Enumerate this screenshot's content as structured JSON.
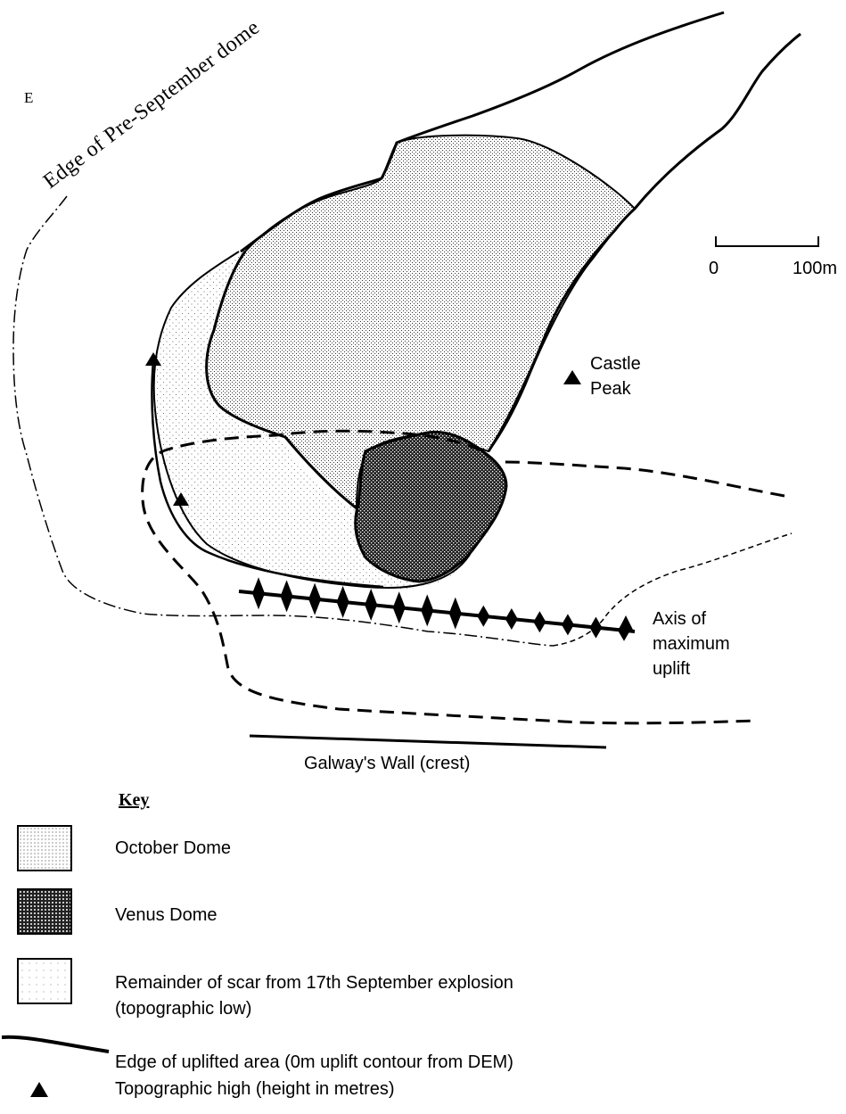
{
  "map": {
    "corner_mark": "E",
    "edge_label": "Edge of Pre-September dome",
    "scale": {
      "min_label": "0",
      "max_label": "100m"
    },
    "castle_peak_label": [
      "Castle",
      "Peak"
    ],
    "axis_label": [
      "Axis of",
      "maximum",
      "uplift"
    ],
    "galways_wall_label": "Galway's Wall (crest)"
  },
  "key": {
    "title": "Key",
    "items": [
      {
        "name": "october-dome",
        "label": "October Dome"
      },
      {
        "name": "venus-dome",
        "label": "Venus Dome"
      },
      {
        "name": "scar",
        "label_lines": [
          "Remainder of scar from 17th September explosion",
          "(topographic low)"
        ]
      },
      {
        "name": "uplift-edge",
        "label": "Edge of uplifted area (0m uplift contour from DEM)"
      },
      {
        "name": "topographic-high",
        "label": "Topographic high (height in metres)"
      }
    ]
  },
  "colors": {
    "ink": "#000000",
    "background": "#ffffff"
  }
}
